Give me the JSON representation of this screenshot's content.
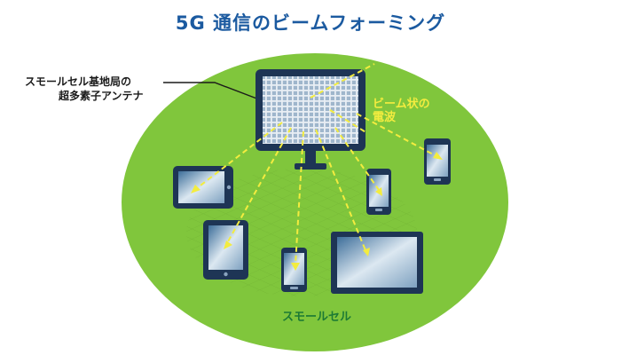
{
  "title": "5G 通信のビームフォーミング",
  "labels": {
    "antenna_line1": "スモールセル基地局の",
    "antenna_line2": "超多素子アンテナ",
    "beam_line1": "ビーム状の",
    "beam_line2": "電波",
    "cell": "スモールセル"
  },
  "colors": {
    "cell_fill": "#80c63c",
    "device_frame": "#1e3555",
    "beam": "#f3ec3f",
    "title": "#1b5aa0"
  }
}
